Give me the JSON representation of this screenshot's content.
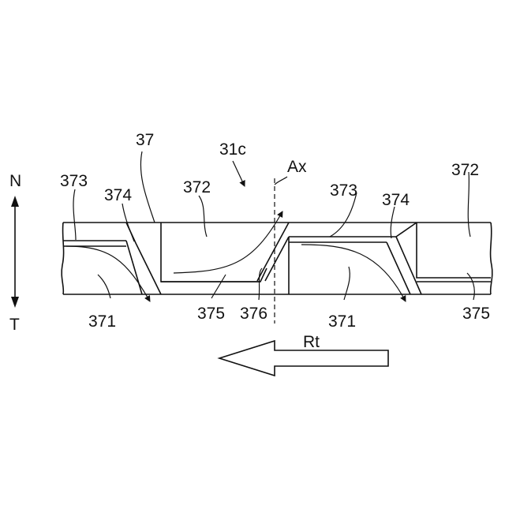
{
  "figure": {
    "overall_ref": "31c",
    "band_ref": "37",
    "axis_label": "Ax",
    "direction_top": "N",
    "direction_bottom": "T",
    "rotation_label": "Rt"
  },
  "labels": {
    "l373_a": "373",
    "l374_a": "374",
    "l372_a": "372",
    "l371_a": "371",
    "l375_a": "375",
    "l376": "376",
    "l373_b": "373",
    "l374_b": "374",
    "l372_b": "372",
    "l371_b": "371",
    "l375_b": "375"
  }
}
